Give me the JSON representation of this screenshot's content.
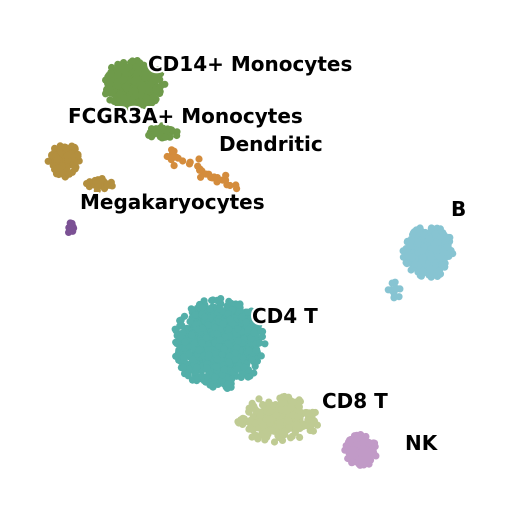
{
  "chart_data": {
    "type": "scatter",
    "title": "",
    "xlabel": "",
    "ylabel": "",
    "grid": false,
    "legend": "on data",
    "x_range": [
      -7,
      12
    ],
    "y_range": [
      -9,
      8
    ],
    "clusters": [
      {
        "label": "CD14+ Monocytes",
        "color": "#6e9a4a",
        "n": 480,
        "center": [
          -2.6,
          5.7
        ],
        "spread": [
          1.15,
          0.85
        ],
        "extra": [
          {
            "center": [
              -1.5,
              4.0
            ],
            "spread": [
              0.6,
              0.25
            ],
            "n": 60
          }
        ]
      },
      {
        "label": "FCGR3A+ Monocytes",
        "color": "#b38f3e",
        "n": 150,
        "center": [
          -5.3,
          3.0
        ],
        "spread": [
          0.6,
          0.6
        ],
        "extra": [
          {
            "center": [
              -3.9,
              2.2
            ],
            "spread": [
              0.5,
              0.3
            ],
            "n": 25
          }
        ]
      },
      {
        "label": "Dendritic",
        "color": "#d48c3c",
        "n": 34,
        "arc": {
          "from": [
            -1.3,
            3.3
          ],
          "to": [
            1.4,
            2.0
          ],
          "jitter": 0.12
        }
      },
      {
        "label": "Megakaryocytes",
        "color": "#7b5194",
        "n": 14,
        "center": [
          -5.0,
          0.6
        ],
        "spread": [
          0.15,
          0.25
        ]
      },
      {
        "label": "B",
        "color": "#87c4d2",
        "n": 340,
        "center": [
          8.8,
          -0.2
        ],
        "spread": [
          0.95,
          0.95
        ],
        "extra": [
          {
            "center": [
              7.6,
              -1.6
            ],
            "spread": [
              0.35,
              0.35
            ],
            "n": 12
          }
        ]
      },
      {
        "label": "CD4 T",
        "color": "#53afa9",
        "n": 1100,
        "center": [
          0.7,
          -3.5
        ],
        "spread": [
          1.7,
          1.55
        ]
      },
      {
        "label": "CD8 T",
        "color": "#bfcb93",
        "n": 330,
        "center": [
          3.0,
          -6.2
        ],
        "spread": [
          1.5,
          0.8
        ]
      },
      {
        "label": "NK",
        "color": "#c19ac7",
        "n": 170,
        "center": [
          6.2,
          -7.3
        ],
        "spread": [
          0.6,
          0.55
        ]
      }
    ]
  }
}
